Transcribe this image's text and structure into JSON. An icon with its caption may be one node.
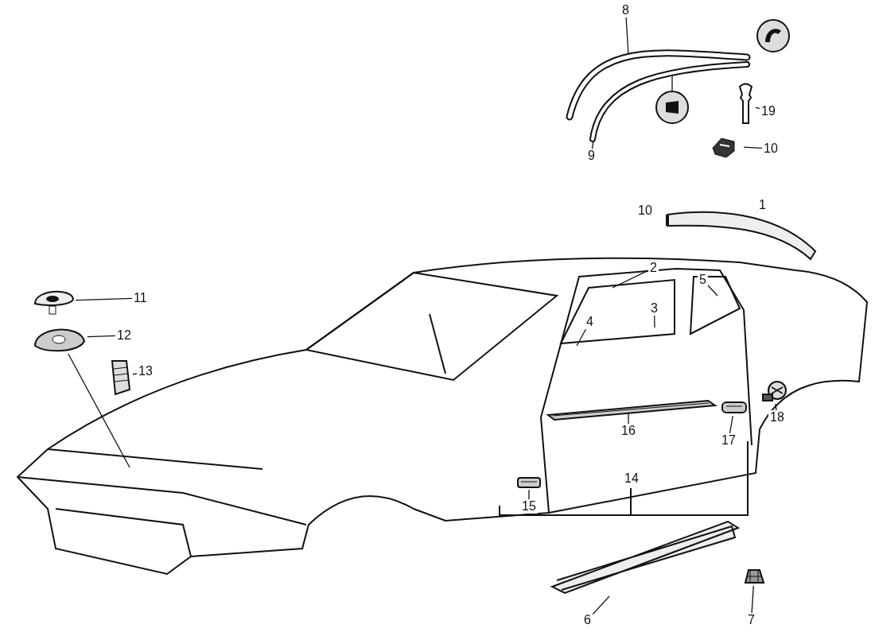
{
  "diagram": {
    "nodes": [
      {
        "text": [
          "8"
        ]
      },
      {
        "text": [],
        "shape": "picture"
      },
      {
        "text": [
          "9"
        ]
      },
      {
        "text": [],
        "shape": "picture"
      },
      {
        "text": [],
        "shape": "circle"
      },
      {
        "text": [],
        "shape": "circle"
      },
      {
        "text": [
          "19"
        ]
      },
      {
        "text": [],
        "shape": "picture"
      },
      {
        "text": [
          "10"
        ]
      },
      {
        "text": [],
        "shape": "picture"
      },
      {
        "text": [
          "1"
        ]
      },
      {
        "text": [],
        "shape": "picture"
      },
      {
        "text": [
          "11"
        ]
      },
      {
        "text": [],
        "shape": "picture"
      },
      {
        "text": [
          "12"
        ]
      },
      {
        "text": [],
        "shape": "picture"
      },
      {
        "text": [
          "13"
        ]
      },
      {
        "text": [],
        "shape": "picture"
      },
      {
        "text": [
          "2"
        ]
      },
      {
        "text": [
          "4"
        ]
      },
      {
        "text": [
          "3"
        ]
      },
      {
        "text": [
          "5"
        ]
      },
      {
        "text": [
          "18"
        ]
      },
      {
        "text": [],
        "shape": "picture"
      },
      {
        "text": [
          "16"
        ]
      },
      {
        "text": [],
        "shape": "picture"
      },
      {
        "text": [
          "17"
        ]
      },
      {
        "text": [],
        "shape": "picture"
      },
      {
        "text": [
          "15"
        ]
      },
      {
        "text": [],
        "shape": "picture"
      },
      {
        "text": [
          "6"
        ]
      },
      {
        "text": [],
        "shape": "picture"
      },
      {
        "text": [
          "7"
        ]
      },
      {
        "text": [],
        "shape": "picture"
      }
    ],
    "edges": [
      {
        "from": 0,
        "to": 1,
        "arrow": "none"
      },
      {
        "from": 2,
        "to": 3,
        "arrow": "none"
      },
      {
        "from": 3,
        "to": 5,
        "arrow": "none"
      },
      {
        "from": 6,
        "to": 7,
        "arrow": "none"
      },
      {
        "from": 8,
        "to": 9,
        "arrow": "none"
      },
      {
        "from": 10,
        "to": 11,
        "arrow": "none"
      },
      {
        "from": 12,
        "to": 13,
        "arrow": "none"
      },
      {
        "from": 14,
        "to": 15,
        "arrow": "none"
      },
      {
        "from": 15,
        "to": null,
        "arrow": "none"
      },
      {
        "from": 16,
        "to": 17,
        "arrow": "none"
      },
      {
        "from": 18,
        "to": null,
        "arrow": "none"
      },
      {
        "from": 19,
        "to": null,
        "arrow": "none"
      },
      {
        "from": 20,
        "to": null,
        "arrow": "none"
      },
      {
        "from": 21,
        "to": null,
        "arrow": "none"
      },
      {
        "from": 22,
        "to": 23,
        "arrow": "none"
      },
      {
        "from": 24,
        "to": 25,
        "arrow": "none"
      },
      {
        "from": 26,
        "to": 27,
        "arrow": "none"
      },
      {
        "from": 28,
        "to": 29,
        "arrow": "none"
      },
      {
        "from": 30,
        "to": 31,
        "arrow": "none"
      },
      {
        "from": 32,
        "to": 33,
        "arrow": "none"
      }
    ],
    "labels": [
      "10",
      "14"
    ]
  }
}
